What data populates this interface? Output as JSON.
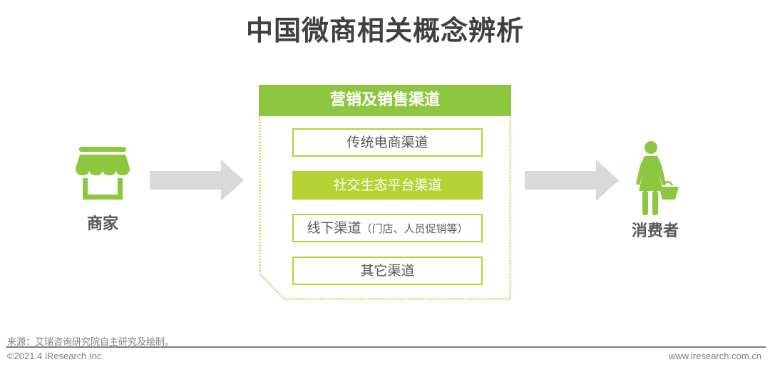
{
  "title": "中国微商相关概念辨析",
  "colors": {
    "green": "#8dc63f",
    "lime": "#b5d334",
    "arrow_gray": "#d9d9d9",
    "text_gray": "#595959"
  },
  "merchant": {
    "icon": "storefront-icon",
    "label": "商家"
  },
  "consumer": {
    "icon": "shopper-with-basket-icon",
    "label": "消费者"
  },
  "channels_panel": {
    "header": "营销及销售渠道",
    "items": [
      {
        "label": "传统电商渠道",
        "sub": "",
        "highlighted": false
      },
      {
        "label": "社交生态平台渠道",
        "sub": "",
        "highlighted": true
      },
      {
        "label": "线下渠道",
        "sub": "（门店、人员促销等）",
        "highlighted": false
      },
      {
        "label": "其它渠道",
        "sub": "",
        "highlighted": false
      }
    ]
  },
  "footer": {
    "source": "来源：艾瑞咨询研究院自主研究及绘制。",
    "copyright": "©2021.4 iResearch Inc.",
    "website": "www.iresearch.com.cn"
  }
}
